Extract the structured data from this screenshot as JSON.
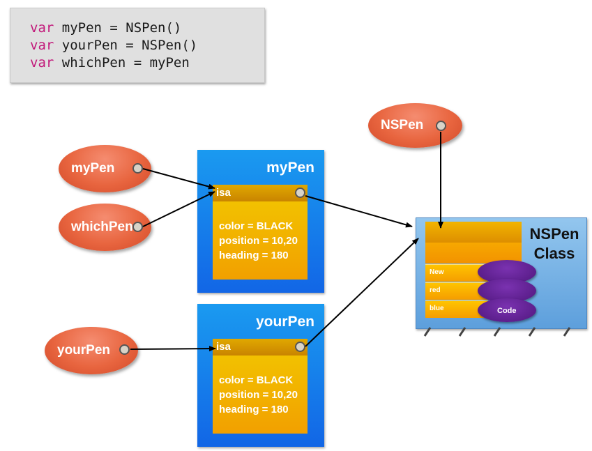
{
  "code": {
    "lines": [
      {
        "keyword": "var",
        "rest": " myPen = NSPen()"
      },
      {
        "keyword": "var",
        "rest": " yourPen = NSPen()"
      },
      {
        "keyword": "var",
        "rest": " whichPen = myPen"
      }
    ]
  },
  "variables": {
    "nspen": "NSPen",
    "mypen": "myPen",
    "whichpen": "whichPen",
    "yourpen": "yourPen"
  },
  "objects": {
    "mypen": {
      "title": "myPen",
      "isa": "isa",
      "props": [
        "color = BLACK",
        "position = 10,20",
        "heading = 180"
      ]
    },
    "yourpen": {
      "title": "yourPen",
      "isa": "isa",
      "props": [
        "color = BLACK",
        "position = 10,20",
        "heading = 180"
      ]
    }
  },
  "nspen_class": {
    "title_line1": "NSPen",
    "title_line2": "Class",
    "methods": [
      "New",
      "red",
      "blue"
    ],
    "code_label": "Code"
  },
  "colors": {
    "keyword": "#c2187a",
    "variable_oval": "#e8653f",
    "object_box": "#1a8cf0",
    "instance_panel": "#f2b800",
    "class_box": "#7ab4e6",
    "code_oval": "#5e1f90",
    "arrow": "#000000"
  }
}
